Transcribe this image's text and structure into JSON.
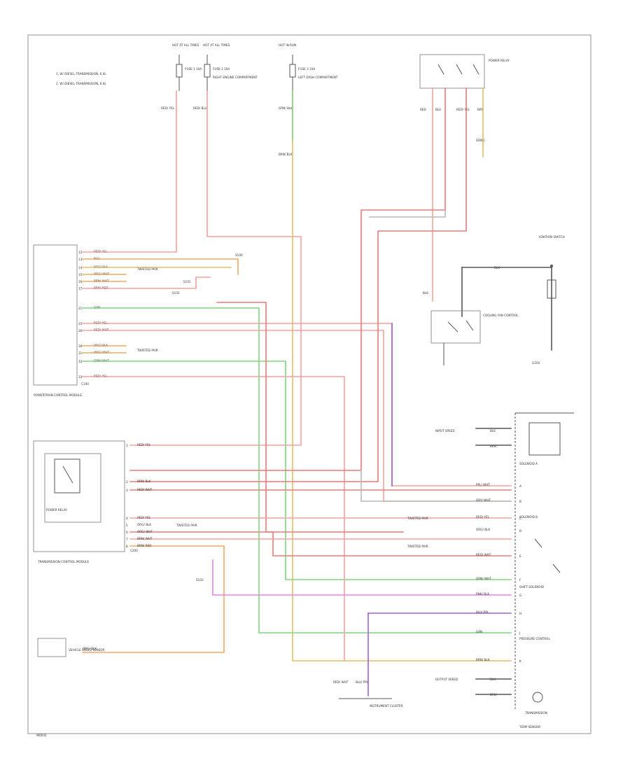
{
  "notes": [
    "1. W/ DIESEL TRANSMISSION, 6.0L",
    "2. W/ DIESEL TRANSMISSION, 6.0L"
  ],
  "fuses": {
    "left": {
      "header": "HOT AT ALL TIMES",
      "fuse": "FUSE 1 10A",
      "wire": "RED/ YEL"
    },
    "mid": {
      "header": "HOT AT ALL TIMES",
      "fuse": "FUSE 2 10A",
      "wire": "RED/ BLU",
      "desc": "RIGHT ENGINE COMPARTMENT"
    },
    "right": {
      "header": "HOT IN RUN",
      "fuse": "FUSE 3 10A",
      "wire": "GRN/ BLK",
      "desc": "LEFT DASH COMPARTMENT"
    },
    "right_wire_lower": "BRN/ BLK"
  },
  "relay_top": {
    "label": "POWER RELAY",
    "wires": [
      "RED",
      "BLU",
      "RED/ YEL",
      "BRN"
    ],
    "ground": "GRND"
  },
  "ignition_switch": {
    "label": "IGNITION SWITCH",
    "wire": "BLK"
  },
  "cooling_fan": {
    "label": "COOLING FAN CONTROL",
    "wire": "BLK",
    "ground": "G100"
  },
  "module": {
    "label": "POWERTRAIN CONTROL MODULE",
    "pins": [
      {
        "pin": "12",
        "wire": "RED/ YEL"
      },
      {
        "pin": "13",
        "wire": "BLU"
      },
      {
        "pin": "14",
        "wire": "ORG/ BLK"
      },
      {
        "pin": "15",
        "wire": "ORG/ WHT"
      },
      {
        "pin": "16",
        "wire": "BRN/ WHT"
      },
      {
        "pin": "17",
        "wire": "BRN/ RED"
      },
      {
        "pin": "21",
        "wire": "GRN"
      },
      {
        "pin": "25",
        "wire": "RED/ YEL"
      },
      {
        "pin": "26",
        "wire": "RED/ WHT"
      },
      {
        "pin": "30",
        "wire": "ORG/ BLK"
      },
      {
        "pin": "31",
        "wire": "ORG/ WHT"
      },
      {
        "pin": "32",
        "wire": "GRN/ WHT"
      },
      {
        "pin": "33",
        "wire": "RED/ YEL"
      }
    ],
    "twisted_pair_a": "TWISTED PAIR",
    "twisted_pair_b": "TWISTED PAIR",
    "connector": "C100"
  },
  "splices": {
    "s1": "S100",
    "s2": "S101",
    "s3": "S102",
    "s4": "S103"
  },
  "lower_left_module": {
    "label": "TRANSMISSION CONTROL MODULE",
    "relay_label": "POWER RELAY",
    "pins": [
      {
        "pin": "1",
        "wire": "RED/ YEL"
      },
      {
        "pin": "2",
        "wire": "BRN/ BLK"
      },
      {
        "pin": "3",
        "wire": "RED/ WHT"
      },
      {
        "pin": "4",
        "wire": "RED/ YEL"
      },
      {
        "pin": "5",
        "wire": "ORG/ BLK"
      },
      {
        "pin": "6",
        "wire": "ORG/ WHT"
      },
      {
        "pin": "7",
        "wire": "BRN/ WHT"
      },
      {
        "pin": "8",
        "wire": "BRN/ RED"
      }
    ],
    "twisted_pair": "TWISTED PAIR",
    "connector": "C200"
  },
  "sensor": {
    "label": "VEHICLE SPEED SENSOR",
    "wire": "ORG/ BLK"
  },
  "right_module": {
    "label": "TRANSMISSION",
    "sections": [
      "SOLENOID A",
      "SOLENOID B",
      "SHIFT SOLENOID",
      "PRESSURE CONTROL",
      "TEMP SENSOR"
    ],
    "pins": [
      {
        "pin": "A",
        "wire": "PPL/ WHT"
      },
      {
        "pin": "B",
        "wire": "GRY/ WHT"
      },
      {
        "pin": "C",
        "wire": "RED/ YEL"
      },
      {
        "pin": "D",
        "wire": "ORG/ BLK"
      },
      {
        "pin": "E",
        "wire": "RED/ WHT"
      },
      {
        "pin": "F",
        "wire": "GRN/ WHT"
      },
      {
        "pin": "G",
        "wire": "PNK/ BLK"
      },
      {
        "pin": "H",
        "wire": "BLU/ PPL"
      },
      {
        "pin": "J",
        "wire": "GRN"
      },
      {
        "pin": "K",
        "wire": "BRN/ BLK"
      }
    ],
    "top_pins": [
      {
        "label": "INPUT SPEED",
        "wire": "BLK"
      },
      {
        "label": "INPUT SPEED",
        "wire": "BRN"
      }
    ],
    "bottom_pins": [
      {
        "label": "OUTPUT SPEED",
        "wire": "BLK"
      },
      {
        "label": "OUTPUT SPEED",
        "wire": "BRN"
      }
    ],
    "twisted_pair_a": "TWISTED PAIR",
    "twisted_pair_b": "TWISTED PAIR"
  },
  "bottom_module": {
    "label": "INSTRUMENT CLUSTER",
    "wires": [
      "RED/ WHT",
      "BLU/ PPL"
    ]
  },
  "footer": "W0041"
}
